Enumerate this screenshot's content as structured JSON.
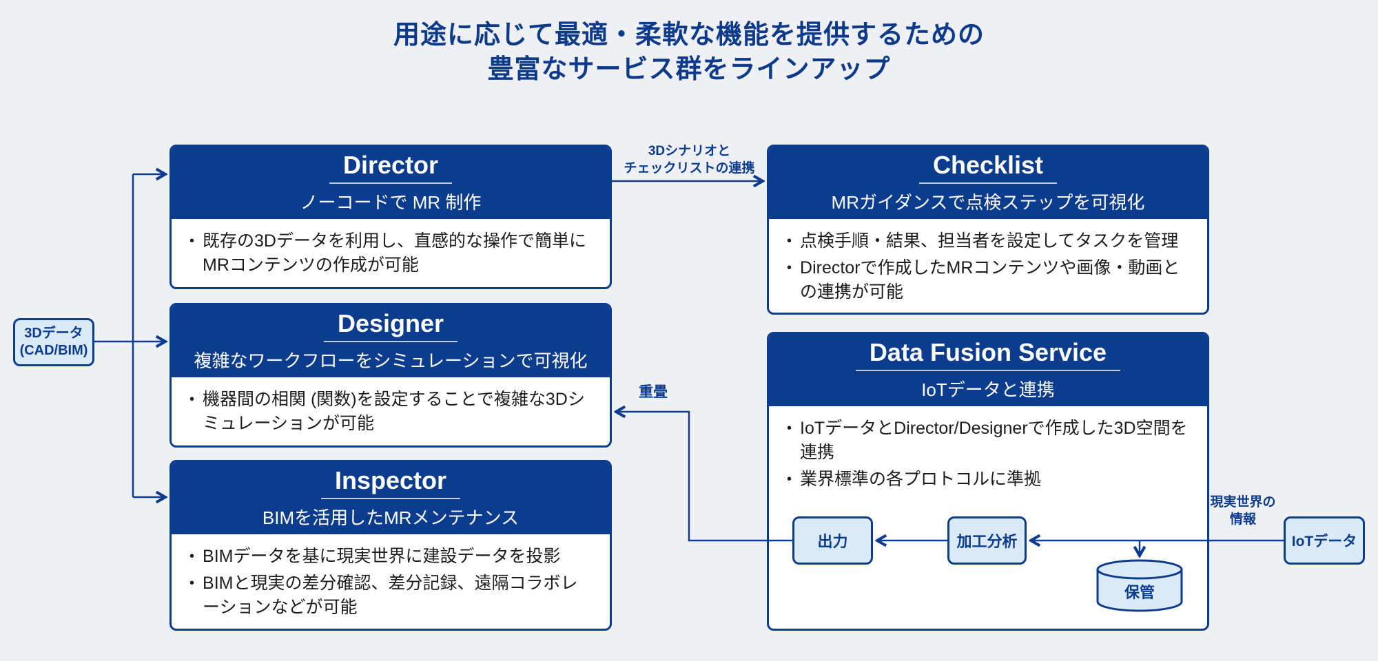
{
  "title": {
    "line1": "用途に応じて最適・柔軟な機能を提供するための",
    "line2": "豊富なサービス群をラインアップ"
  },
  "colors": {
    "navy": "#0c3c8e",
    "light_blue": "#daeaf8",
    "background": "#eef0f3"
  },
  "source_box": {
    "line1": "3Dデータ",
    "line2": "(CAD/BIM)"
  },
  "services": {
    "director": {
      "title": "Director",
      "subtitle": "ノーコードで MR 制作",
      "bullets": [
        "既存の3Dデータを利用し、直感的な操作で簡単にMRコンテンツの作成が可能"
      ]
    },
    "designer": {
      "title": "Designer",
      "subtitle": "複雑なワークフローをシミュレーションで可視化",
      "bullets": [
        "機器間の相関 (関数)を設定することで複雑な3Dシミュレーションが可能"
      ]
    },
    "inspector": {
      "title": "Inspector",
      "subtitle": "BIMを活用したMRメンテナンス",
      "bullets": [
        "BIMデータを基に現実世界に建設データを投影",
        "BIMと現実の差分確認、差分記録、遠隔コラボレーションなどが可能"
      ]
    },
    "checklist": {
      "title": "Checklist",
      "subtitle": "MRガイダンスで点検ステップを可視化",
      "bullets": [
        "点検手順・結果、担当者を設定してタスクを管理",
        "Directorで作成したMRコンテンツや画像・動画との連携が可能"
      ]
    },
    "data_fusion": {
      "title": "Data Fusion Service",
      "subtitle": "IoTデータと連携",
      "bullets": [
        "IoTデータとDirector/Designerで作成した3D空間を連携",
        "業界標準の各プロトコルに準拠"
      ]
    }
  },
  "flow": {
    "output": "出力",
    "process": "加工分析",
    "storage": "保管",
    "iot": "IoTデータ"
  },
  "labels": {
    "scenario_line1": "3Dシナリオと",
    "scenario_line2": "チェックリストの連携",
    "overlay": "重畳",
    "realworld_line1": "現実世界の",
    "realworld_line2": "情報"
  }
}
